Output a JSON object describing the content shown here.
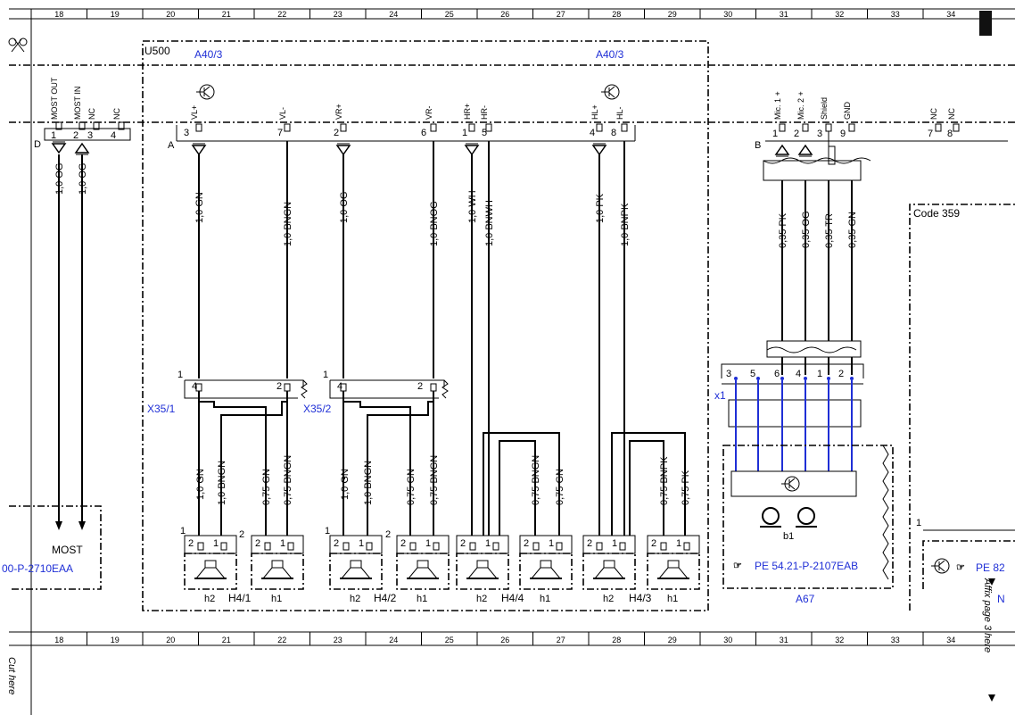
{
  "ruler": {
    "top": [
      "18",
      "19",
      "20",
      "21",
      "22",
      "23",
      "24",
      "25",
      "26",
      "27",
      "28",
      "29",
      "30",
      "31",
      "32",
      "33",
      "34"
    ],
    "bottom": [
      "18",
      "19",
      "20",
      "21",
      "22",
      "23",
      "24",
      "25",
      "26",
      "27",
      "28",
      "29",
      "30",
      "31",
      "32",
      "33",
      "34"
    ]
  },
  "side_notes": {
    "cut_here": "Cut here",
    "affix_page": "Affix page 3 here"
  },
  "module": {
    "name": "U500",
    "ref_left": "A40/3",
    "ref_right": "A40/3"
  },
  "most": {
    "connector": "D",
    "pin_labels": [
      "MOST OUT",
      "MOST IN",
      "NC",
      "NC"
    ],
    "pins": [
      "1",
      "2",
      "3",
      "4"
    ],
    "wires": [
      "1,0 OG",
      "1,0 OG"
    ],
    "label": "MOST",
    "ref": "00-P-2710EAA"
  },
  "conn_a": {
    "letter": "A",
    "pin_labels": [
      "VL+",
      "VL-",
      "VR+",
      "VR-",
      "HR+",
      "HR-",
      "HL+",
      "HL-"
    ],
    "pins": [
      "3",
      "7",
      "2",
      "6",
      "1",
      "5",
      "4",
      "8"
    ]
  },
  "upper_wires": [
    "1,0 GN",
    "1,0 BNGN",
    "1,0 OG",
    "1,0 BNOG",
    "1,0 WH",
    "1,0 BNWH",
    "1,0 PK",
    "1,0 BNPK"
  ],
  "x35": {
    "left": {
      "name": "X35/1",
      "pin_a": "4",
      "pin_b": "2",
      "corner": "1"
    },
    "right": {
      "name": "X35/2",
      "pin_a": "4",
      "pin_b": "2",
      "corner": "1"
    }
  },
  "lower_wires": [
    "1,0 GN",
    "1,0 BNGN",
    "0,75 GN",
    "0,75 BNGN",
    "1,0 GN",
    "1,0 BNGN",
    "0,75 GN",
    "0,75 BNGN",
    "0,75 BNGN",
    "0,75 GN",
    "0,75 BNPK",
    "0,75 PK"
  ],
  "speakers": {
    "pin_labels": [
      "2",
      "1"
    ],
    "corner_labels": [
      "1",
      "2",
      "1",
      "2"
    ],
    "h_labels": [
      "h2",
      "h1",
      "h2",
      "h1",
      "h2",
      "h1",
      "h2",
      "h1"
    ],
    "groups": [
      "H4/1",
      "H4/2",
      "H4/4",
      "H4/3"
    ]
  },
  "conn_b": {
    "letter": "B",
    "pin_labels": [
      "Mic. 1 +",
      "Mic. 2 +",
      "Shield",
      "GND",
      "NC",
      "NC"
    ],
    "pins": [
      "1",
      "2",
      "3",
      "9",
      "7",
      "8"
    ],
    "wires": [
      "0,35 PK",
      "0,35 OG",
      "0,35 TR",
      "0,35 GN"
    ]
  },
  "x1": {
    "name": "x1",
    "pins": [
      "3",
      "5",
      "6",
      "4",
      "1",
      "2"
    ]
  },
  "mic": {
    "component": "b1",
    "ref": "PE 54.21-P-2107EAB",
    "module": "A67"
  },
  "code359": {
    "label": "Code 359",
    "corner": "1",
    "ref": "PE 82",
    "tail": "N"
  }
}
